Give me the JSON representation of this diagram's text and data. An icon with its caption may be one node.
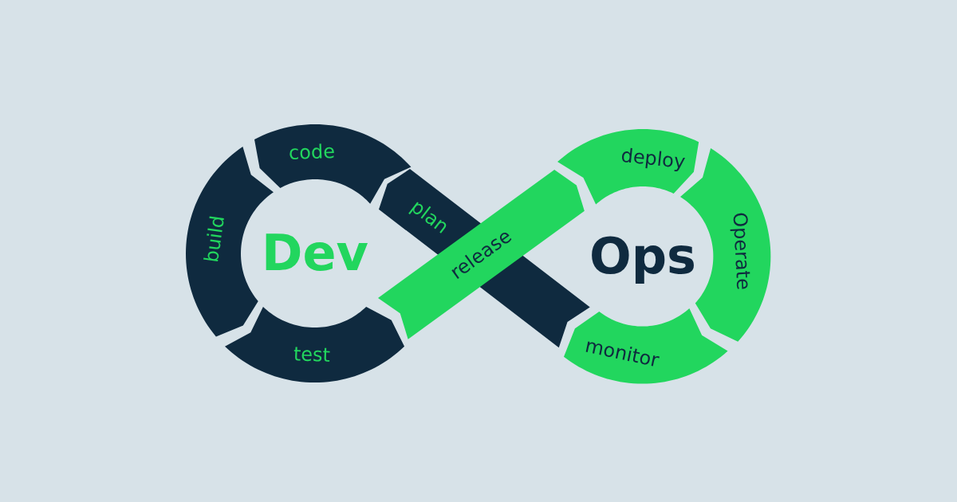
{
  "diagram": {
    "nodes": [
      {
        "text": [
          "plan"
        ]
      },
      {
        "text": [
          "code"
        ]
      },
      {
        "text": [
          "build"
        ]
      },
      {
        "text": [
          "test"
        ]
      },
      {
        "text": [
          "release"
        ]
      },
      {
        "text": [
          "deploy"
        ]
      },
      {
        "text": [
          "Operate"
        ]
      },
      {
        "text": [
          "monitor"
        ]
      }
    ],
    "labels": [
      "Dev",
      "Ops"
    ]
  }
}
